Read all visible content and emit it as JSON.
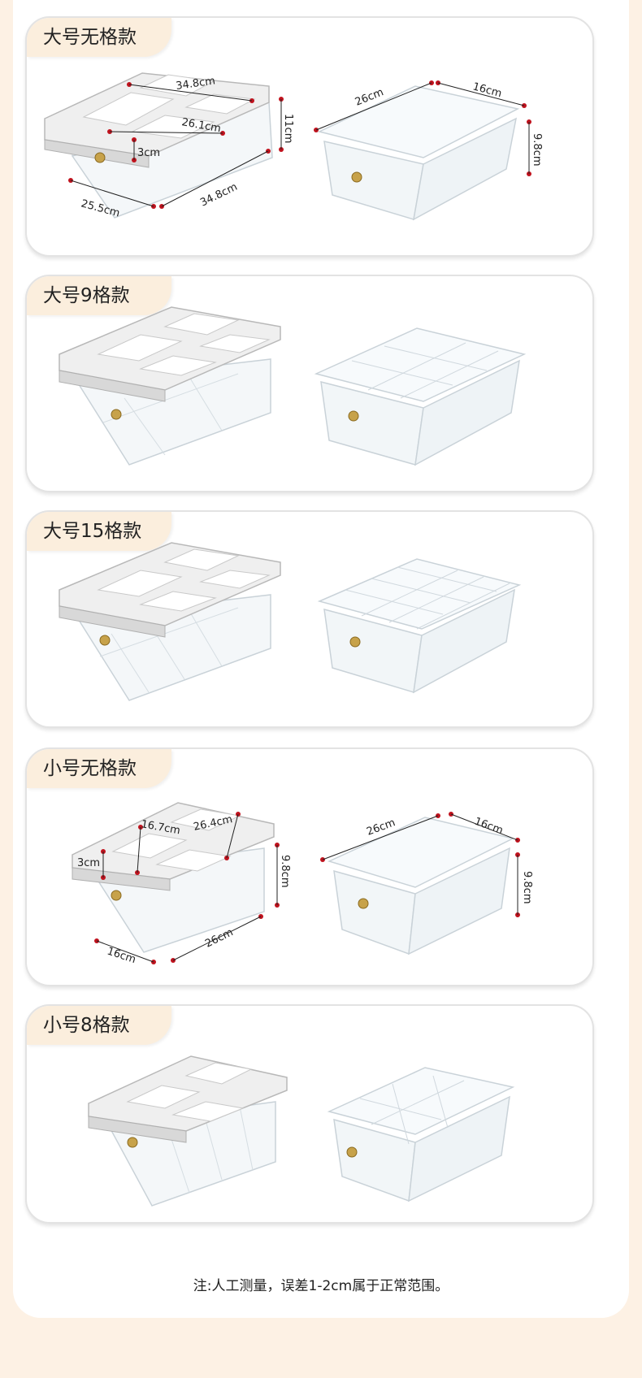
{
  "sections": [
    {
      "label": "大号无格款",
      "dims_lid": {
        "top_length": "34.8cm",
        "inner": "26.1cm",
        "depth": "3cm",
        "height": "11cm",
        "bottom_width": "25.5cm",
        "bottom_length": "34.8cm"
      },
      "dims_box": {
        "length": "26cm",
        "width": "16cm",
        "height": "9.8cm"
      }
    },
    {
      "label": "大号9格款"
    },
    {
      "label": "大号15格款"
    },
    {
      "label": "小号无格款",
      "dims_lid": {
        "top_width": "16.7cm",
        "inner": "26.4cm",
        "depth": "3cm",
        "height": "9.8cm",
        "bottom_width": "16cm",
        "bottom_length": "26cm"
      },
      "dims_box": {
        "length": "26cm",
        "width": "16cm",
        "height": "9.8cm"
      }
    },
    {
      "label": "小号8格款"
    }
  ],
  "footnote": "注:人工测量，误差1-2cm属于正常范围。",
  "colors": {
    "background": "#fdf1e4",
    "tag": "#fbeedd",
    "dimension_dot": "#c0121d"
  }
}
